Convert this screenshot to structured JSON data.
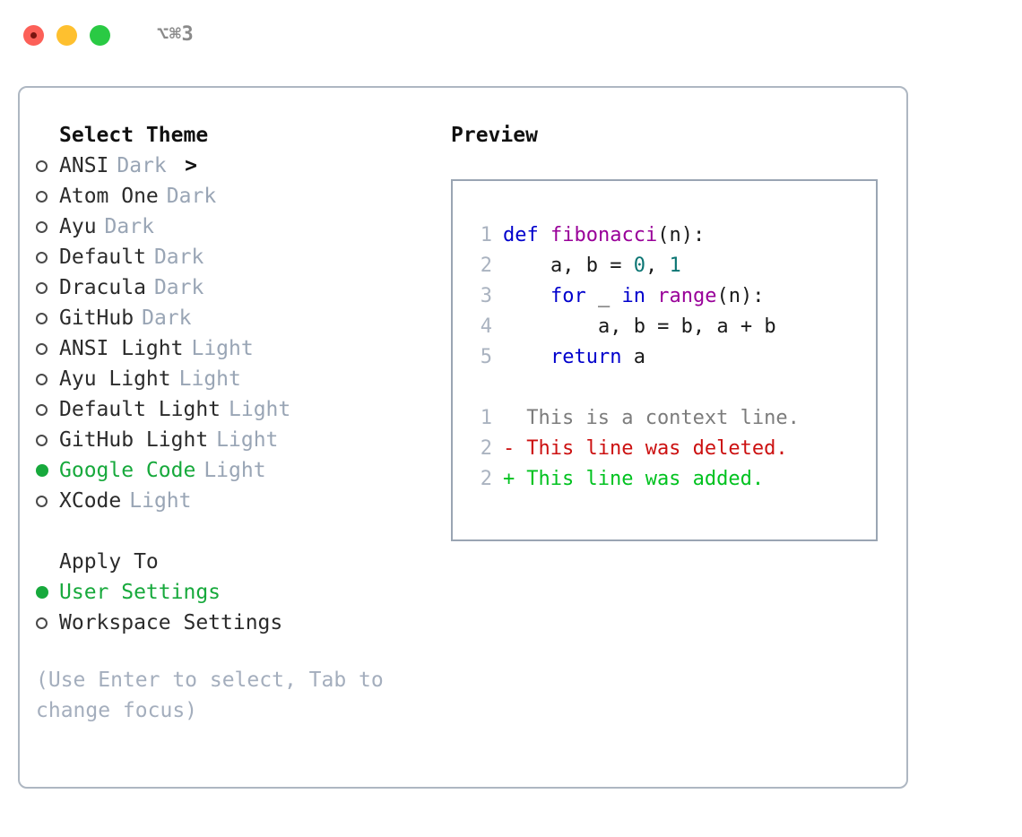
{
  "window": {
    "shortcut_label": "⌥⌘3",
    "traffic_lights": [
      "close",
      "minimize",
      "maximize"
    ]
  },
  "colors": {
    "selected_green": "#17a93c",
    "tag_gray": "#99a5b5",
    "hint_gray": "#a4aebd",
    "border": "#aeb7c2",
    "preview_border": "#9aa5b3",
    "keyword_blue": "#0000cc",
    "function_magenta": "#990099",
    "number_teal": "#0b7573",
    "diff_deleted_red": "#cc1111",
    "diff_added_green": "#00c21f",
    "diff_context_gray": "#7c7c7c",
    "lineno_gray": "#aab3c0"
  },
  "theme_picker": {
    "header": "Select Theme",
    "header_marker": ">",
    "items": [
      {
        "name": "ANSI",
        "tag": "Dark",
        "selected": false
      },
      {
        "name": "Atom One",
        "tag": "Dark",
        "selected": false
      },
      {
        "name": "Ayu",
        "tag": "Dark",
        "selected": false
      },
      {
        "name": "Default",
        "tag": "Dark",
        "selected": false
      },
      {
        "name": "Dracula",
        "tag": "Dark",
        "selected": false
      },
      {
        "name": "GitHub",
        "tag": "Dark",
        "selected": false
      },
      {
        "name": "ANSI Light",
        "tag": "Light",
        "selected": false
      },
      {
        "name": "Ayu Light",
        "tag": "Light",
        "selected": false
      },
      {
        "name": "Default Light",
        "tag": "Light",
        "selected": false
      },
      {
        "name": "GitHub Light",
        "tag": "Light",
        "selected": false
      },
      {
        "name": "Google Code",
        "tag": "Light",
        "selected": true
      },
      {
        "name": "XCode",
        "tag": "Light",
        "selected": false
      }
    ]
  },
  "apply_to": {
    "header": "Apply To",
    "items": [
      {
        "name": "User Settings",
        "selected": true
      },
      {
        "name": "Workspace Settings",
        "selected": false
      }
    ]
  },
  "hint": {
    "text": "(Use Enter to select, Tab to change focus)"
  },
  "preview": {
    "title": "Preview",
    "code_lines": [
      {
        "number": "1",
        "tokens": [
          {
            "text": "def ",
            "kind": "kw"
          },
          {
            "text": "fibonacci",
            "kind": "fn"
          },
          {
            "text": "(n):",
            "kind": "punc"
          }
        ]
      },
      {
        "number": "2",
        "tokens": [
          {
            "text": "    a, b = ",
            "kind": "txt"
          },
          {
            "text": "0",
            "kind": "num"
          },
          {
            "text": ", ",
            "kind": "txt"
          },
          {
            "text": "1",
            "kind": "num"
          }
        ]
      },
      {
        "number": "3",
        "tokens": [
          {
            "text": "    ",
            "kind": "txt"
          },
          {
            "text": "for",
            "kind": "kw"
          },
          {
            "text": " _ ",
            "kind": "txt"
          },
          {
            "text": "in",
            "kind": "kw"
          },
          {
            "text": " ",
            "kind": "txt"
          },
          {
            "text": "range",
            "kind": "fn"
          },
          {
            "text": "(n):",
            "kind": "punc"
          }
        ]
      },
      {
        "number": "4",
        "tokens": [
          {
            "text": "        a, b = b, a + b",
            "kind": "txt"
          }
        ]
      },
      {
        "number": "5",
        "tokens": [
          {
            "text": "    ",
            "kind": "txt"
          },
          {
            "text": "return",
            "kind": "kw"
          },
          {
            "text": " a",
            "kind": "txt"
          }
        ]
      }
    ],
    "diff_lines": [
      {
        "number": "1",
        "sign": " ",
        "text": "This is a context line.",
        "kind": "ctx"
      },
      {
        "number": "2",
        "sign": "-",
        "text": "This line was deleted.",
        "kind": "del"
      },
      {
        "number": "2",
        "sign": "+",
        "text": "This line was added.",
        "kind": "add"
      }
    ]
  }
}
